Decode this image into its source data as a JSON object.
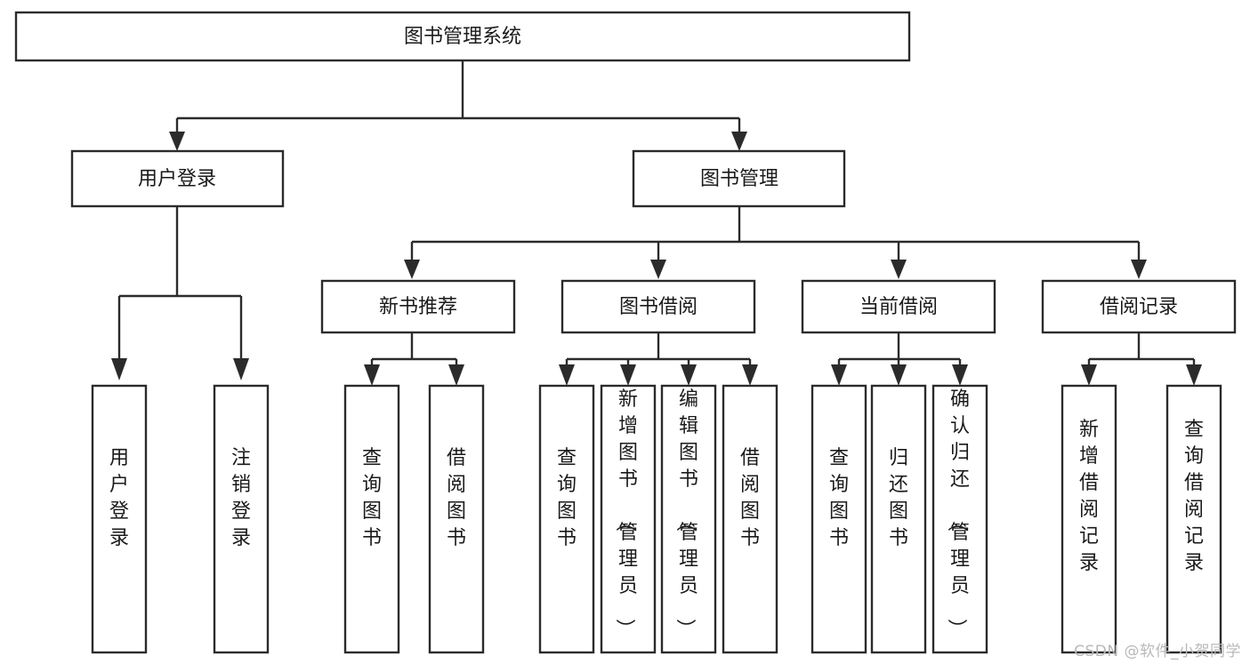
{
  "diagram": {
    "type": "tree-hierarchy",
    "title": "图书管理系统",
    "watermark": "CSDN @软件_小贺同学",
    "colors": {
      "stroke": "#2b2b2b",
      "fill": "#ffffff",
      "text": "#1a1a1a",
      "watermark": "#b9b9b9",
      "background": "#ffffff"
    },
    "levels": {
      "root": "图书管理系统",
      "level2": [
        "用户登录",
        "图书管理"
      ],
      "level3": [
        "新书推荐",
        "图书借阅",
        "当前借阅",
        "借阅记录"
      ]
    },
    "nodes": {
      "root": {
        "label": "图书管理系统",
        "orientation": "horizontal"
      },
      "user_login": {
        "label": "用户登录",
        "orientation": "horizontal"
      },
      "book_manage": {
        "label": "图书管理",
        "orientation": "horizontal"
      },
      "new_book_rec": {
        "label": "新书推荐",
        "orientation": "horizontal"
      },
      "book_borrow": {
        "label": "图书借阅",
        "orientation": "horizontal"
      },
      "current_borrow": {
        "label": "当前借阅",
        "orientation": "horizontal"
      },
      "borrow_record": {
        "label": "借阅记录",
        "orientation": "horizontal"
      },
      "leaf_user_login": {
        "label": "用户登录",
        "orientation": "vertical"
      },
      "leaf_logout": {
        "label": "注销登录",
        "orientation": "vertical"
      },
      "leaf_query_book_1": {
        "label": "查询图书",
        "orientation": "vertical"
      },
      "leaf_borrow_book_1": {
        "label": "借阅图书",
        "orientation": "vertical"
      },
      "leaf_query_book_2": {
        "label": "查询图书",
        "orientation": "vertical"
      },
      "leaf_add_book": {
        "label": "新增图书（管理员）",
        "orientation": "vertical"
      },
      "leaf_edit_book": {
        "label": "编辑图书（管理员）",
        "orientation": "vertical"
      },
      "leaf_borrow_book_2": {
        "label": "借阅图书",
        "orientation": "vertical"
      },
      "leaf_query_book_3": {
        "label": "查询图书",
        "orientation": "vertical"
      },
      "leaf_return_book": {
        "label": "归还图书",
        "orientation": "vertical"
      },
      "leaf_confirm_return": {
        "label": "确认归还（管理员）",
        "orientation": "vertical"
      },
      "leaf_add_record": {
        "label": "新增借阅记录",
        "orientation": "vertical"
      },
      "leaf_query_record": {
        "label": "查询借阅记录",
        "orientation": "vertical"
      }
    },
    "edges": [
      {
        "from": "root",
        "to": "user_login"
      },
      {
        "from": "root",
        "to": "book_manage"
      },
      {
        "from": "user_login",
        "to": "leaf_user_login"
      },
      {
        "from": "user_login",
        "to": "leaf_logout"
      },
      {
        "from": "book_manage",
        "to": "new_book_rec"
      },
      {
        "from": "book_manage",
        "to": "book_borrow"
      },
      {
        "from": "book_manage",
        "to": "current_borrow"
      },
      {
        "from": "book_manage",
        "to": "borrow_record"
      },
      {
        "from": "new_book_rec",
        "to": "leaf_query_book_1"
      },
      {
        "from": "new_book_rec",
        "to": "leaf_borrow_book_1"
      },
      {
        "from": "book_borrow",
        "to": "leaf_query_book_2"
      },
      {
        "from": "book_borrow",
        "to": "leaf_add_book"
      },
      {
        "from": "book_borrow",
        "to": "leaf_edit_book"
      },
      {
        "from": "book_borrow",
        "to": "leaf_borrow_book_2"
      },
      {
        "from": "current_borrow",
        "to": "leaf_query_book_3"
      },
      {
        "from": "current_borrow",
        "to": "leaf_return_book"
      },
      {
        "from": "current_borrow",
        "to": "leaf_confirm_return"
      },
      {
        "from": "borrow_record",
        "to": "leaf_add_record"
      },
      {
        "from": "borrow_record",
        "to": "leaf_query_record"
      }
    ]
  }
}
